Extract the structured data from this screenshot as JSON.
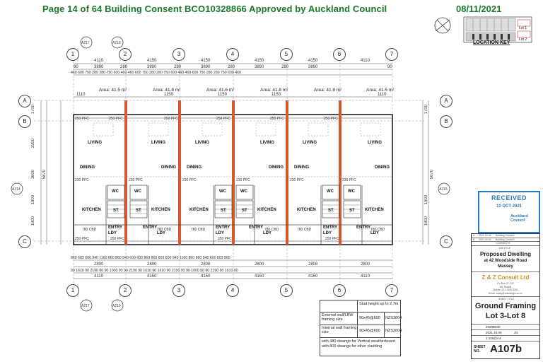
{
  "header": {
    "left": "Page 14 of 64   Building Consent BCO10328866 Approved by Auckland Council",
    "date": "08/11/2021"
  },
  "location_key": {
    "label": "LOCATION KEY",
    "lot1": "Lot 1",
    "lot2": "Lot 2"
  },
  "grid_cols": [
    "1",
    "2",
    "3",
    "4",
    "5",
    "6",
    "7"
  ],
  "grid_rows_left": [
    "A",
    "B",
    "C"
  ],
  "section_tags": {
    "top_a": "A217",
    "top_b": "A216",
    "bot_a": "A217",
    "bot_b": "A216",
    "left": "A214",
    "right": "A215"
  },
  "dims_top": {
    "overall": [
      "4110",
      "4150",
      "4150",
      "4150",
      "4150",
      "4110"
    ],
    "sub": [
      "90",
      "3890",
      "280",
      "3890",
      "280",
      "3890",
      "280",
      "3890",
      "280",
      "3890",
      "90"
    ],
    "fine": "460 600   750  280 280  750 600 460 460 600  750 280 280 750 600 460 460 600  750 280 280  750 600 460"
  },
  "dims_bottom": {
    "fine": "860  603 600 940   1160  860 860   940 600 603 860 860  603 600 940 1160 860 860 940 600 603 860",
    "mid": [
      "2800",
      "2800",
      "2800",
      "2800",
      "2800",
      "2800"
    ],
    "sub": "90 1610  90 2190 90  90  1000 90 90 2190 90 1610 90  1610  90 2190 90 90  1000 90 90 2190 90 1610 90",
    "overall": [
      "4110",
      "4150",
      "4150",
      "4150",
      "4150",
      "4110"
    ]
  },
  "dims_side": {
    "left_overall": "5870",
    "left_sub": [
      "1700",
      "3300",
      "1600",
      "1900",
      "1800"
    ],
    "right_overall": "5870",
    "right_sub": [
      "1700",
      "1900",
      "1800"
    ]
  },
  "areas": [
    "Area: 41.5 m²",
    "Area: 41.8 m²",
    "Area: 41.6 m²",
    "Area: 41.8 m²",
    "Area: 41.8 m²",
    "Area: 41.5 m²"
  ],
  "top_dim_1110": [
    "1110",
    "1150",
    "1150",
    "1150",
    "1110"
  ],
  "rooms": {
    "living": "LIVING",
    "dining": "DINING",
    "kitchen": "KITCHEN",
    "wc": "WC",
    "st": "ST",
    "entry": "ENTRY",
    "ldy": "LDY"
  },
  "labels": {
    "pfc250": "250 PFC",
    "pfc230": "230 PFC",
    "cbd": "780 CBD"
  },
  "received": {
    "title": "RECEIVED",
    "date": "10 OCT 2021",
    "logo_line1": "Auckland",
    "logo_line2": "Council"
  },
  "framing_table": {
    "stud_height": "Stud height up to 2.7m",
    "ext_label": "External wall/LBW framing size",
    "ext_size": "90x45@600",
    "ext_std": "NZS3604",
    "int_label": "Internal wall framing size",
    "int_size": "90x45@600",
    "int_std": "NZS3604",
    "note": "with 480 dwangs for Vertical weatherboard with 800 dwangs for other cladding"
  },
  "title_block": {
    "rev1_no": "A",
    "rev1_date": "2021.10.06",
    "rev1_desc": "Building Consent",
    "rev2_no": "B",
    "rev2_date": "2021.04.26",
    "rev2_desc": "Building Consent",
    "comments": "COMMENTS",
    "job_title_cap": "JOB TITLE",
    "job_title": "Proposed Dwelling",
    "address1": "at 42 Woodside Road",
    "address2": "Massey",
    "company": "Z & Z Consult Ltd",
    "company_addr1": "Po Box 27-131",
    "company_addr2": "Mt. Roskill",
    "company_addr3": "Mobile: 021 0490 8291",
    "company_addr4": "Email: amey@zandzeglc.co.nz",
    "sheet_title_cap": "SHEET TITLE",
    "sheet_title1": "Ground Framing",
    "sheet_title2": "Lot 3-Lot 8",
    "job_no": "2020B030",
    "date": "2021.10.09",
    "drawn": "JG",
    "scale": "1:100@A3",
    "sheet_cap1": "SHEET",
    "sheet_cap2": "NO.",
    "sheet_no": "A107b"
  }
}
